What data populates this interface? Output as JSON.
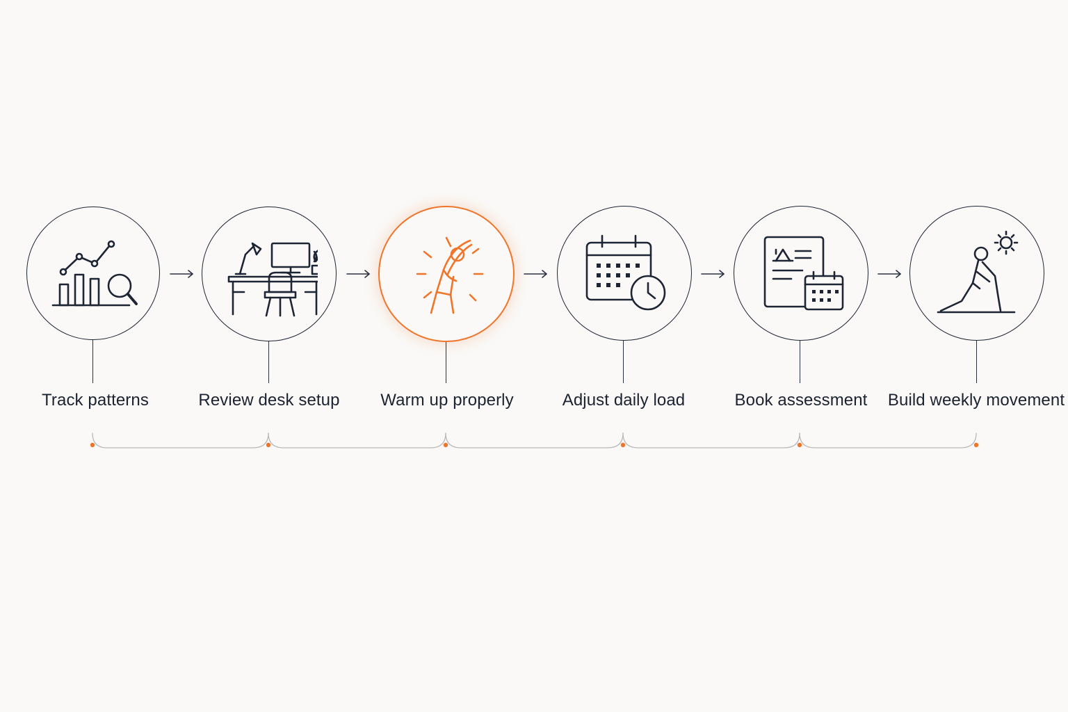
{
  "colors": {
    "ink": "#1d2433",
    "accent": "#f0752a",
    "background": "#faf9f7",
    "bracket": "#b9b9b9"
  },
  "steps": [
    {
      "label": "Track patterns",
      "icon": "bar-chart-search-icon",
      "active": false
    },
    {
      "label": "Review desk setup",
      "icon": "desk-setup-icon",
      "active": false
    },
    {
      "label": "Warm up properly",
      "icon": "stretching-person-icon",
      "active": true
    },
    {
      "label": "Adjust daily load",
      "icon": "calendar-clock-icon",
      "active": false
    },
    {
      "label": "Book assessment",
      "icon": "document-calendar-icon",
      "active": false
    },
    {
      "label": "Build weekly movement",
      "icon": "lunge-stretch-sun-icon",
      "active": false
    }
  ]
}
